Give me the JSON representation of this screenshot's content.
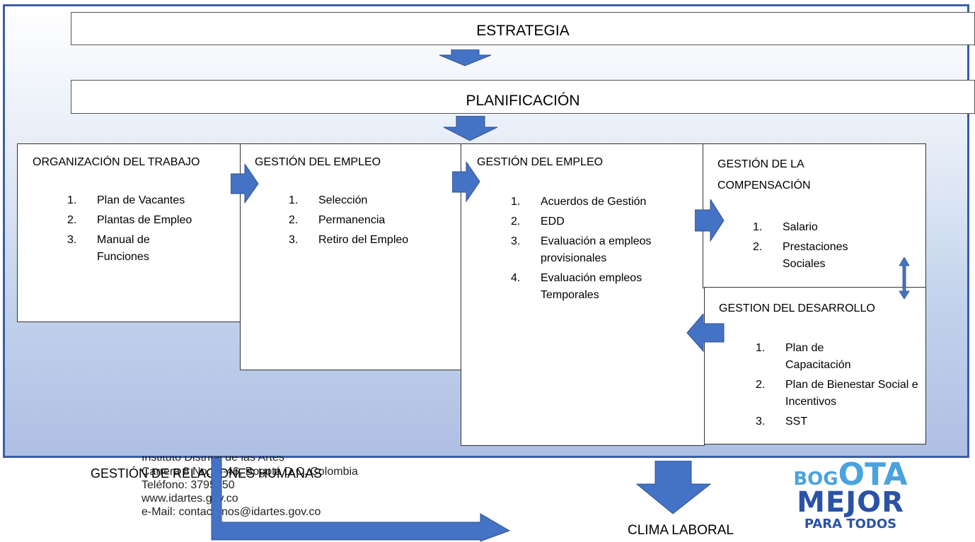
{
  "colors": {
    "accent": "#4472c4",
    "frame": "#3b5ea6",
    "logo": "#2a52a7",
    "logo_light": "#4aa3df"
  },
  "bands": {
    "estrategia": "ESTRATEGIA",
    "planificacion": "PLANIFICACIÓN"
  },
  "boxes": {
    "organizacion": {
      "title": "ORGANIZACIÓN DEL TRABAJO",
      "items": [
        {
          "num": "1.",
          "text": "Plan de Vacantes"
        },
        {
          "num": "2.",
          "text": "Plantas de Empleo"
        },
        {
          "num": "3.",
          "text": "Manual de Funciones"
        }
      ]
    },
    "empleo1": {
      "title": "GESTIÓN DEL EMPLEO",
      "items": [
        {
          "num": "1.",
          "text": "Selección"
        },
        {
          "num": "2.",
          "text": "Permanencia"
        },
        {
          "num": "3.",
          "text": "Retiro del Empleo"
        }
      ]
    },
    "empleo2": {
      "title": "GESTIÓN DEL EMPLEO",
      "items": [
        {
          "num": "1.",
          "text": "Acuerdos de Gestión"
        },
        {
          "num": "2.",
          "text": "EDD"
        },
        {
          "num": "3.",
          "text": "Evaluación a empleos provisionales"
        },
        {
          "num": "4.",
          "text": "Evaluación empleos Temporales"
        }
      ]
    },
    "compensacion": {
      "title": "GESTIÓN DE LA COMPENSACIÓN",
      "items": [
        {
          "num": "1.",
          "text": "Salario"
        },
        {
          "num": "2.",
          "text": "Prestaciones Sociales"
        }
      ]
    },
    "desarrollo": {
      "title": "GESTION DEL DESARROLLO",
      "items": [
        {
          "num": "1.",
          "text": "Plan de Capacitación"
        },
        {
          "num": "2.",
          "text": "Plan de Bienestar Social e Incentivos"
        },
        {
          "num": "3.",
          "text": "SST"
        }
      ]
    }
  },
  "bottom": {
    "relaciones": "GESTIÓN DE RELACIONES HUMANAS",
    "clima": "CLIMA LABORAL"
  },
  "footer": {
    "line1": "Instituto Distrital de las Artes",
    "line2": "Carrera 8 No.15-46, Bogotá D.C. Colombia",
    "line3": "Teléfono: 3795750",
    "line4": "www.idartes.gov.co",
    "line5": "e-Mail: contactenos@idartes.gov.co"
  },
  "logo": {
    "line1_a": "BOG",
    "line1_b": "OTA",
    "line2": "MEJOR",
    "line3": "PARA TODOS"
  }
}
